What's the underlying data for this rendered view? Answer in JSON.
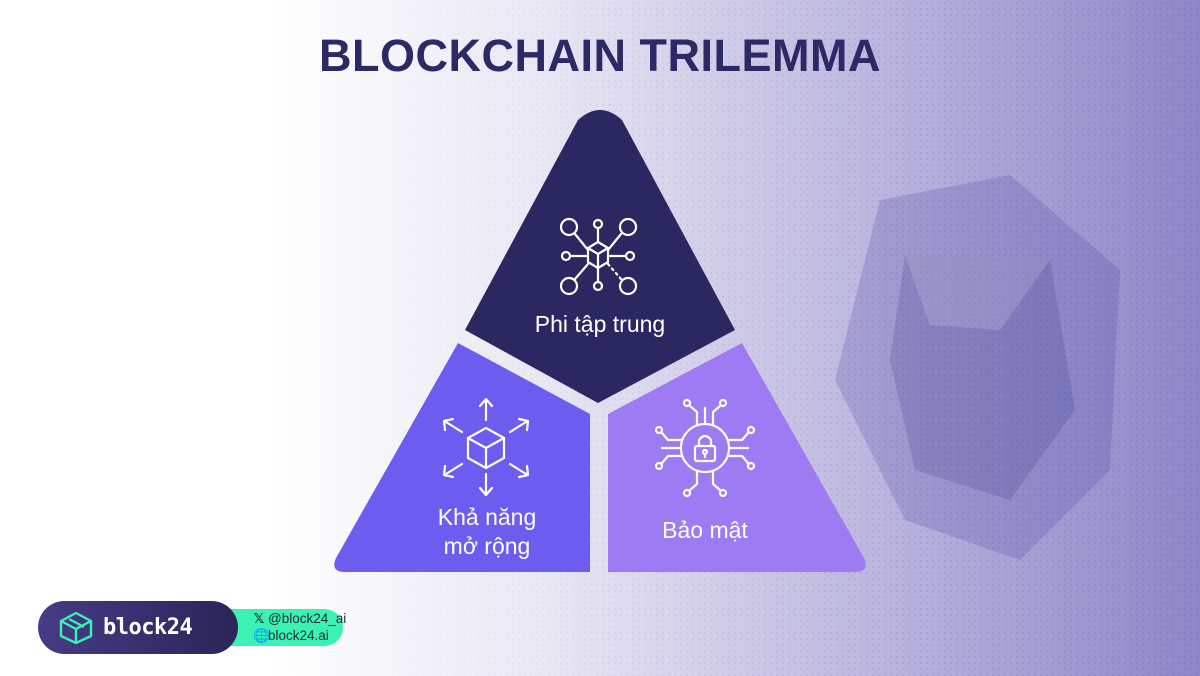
{
  "title": "BLOCKCHAIN TRILEMMA",
  "segments": {
    "top": {
      "label": "Phi tập trung",
      "icon": "decentralized-network-icon",
      "color": "#2b2760"
    },
    "left": {
      "label_line1": "Khả năng",
      "label_line2": "mở rộng",
      "icon": "scalability-cube-icon",
      "color": "#6c5cf0"
    },
    "right": {
      "label": "Bảo mật",
      "icon": "security-lock-circuit-icon",
      "color": "#9e7bf2"
    }
  },
  "footer": {
    "brand": "block24",
    "brand_icon": "block24-cube-logo",
    "twitter_symbol": "𝕏",
    "twitter": "@block24_ai",
    "website_symbol": "🌐",
    "website": "block24.ai",
    "accent": "#3cf2b2"
  }
}
